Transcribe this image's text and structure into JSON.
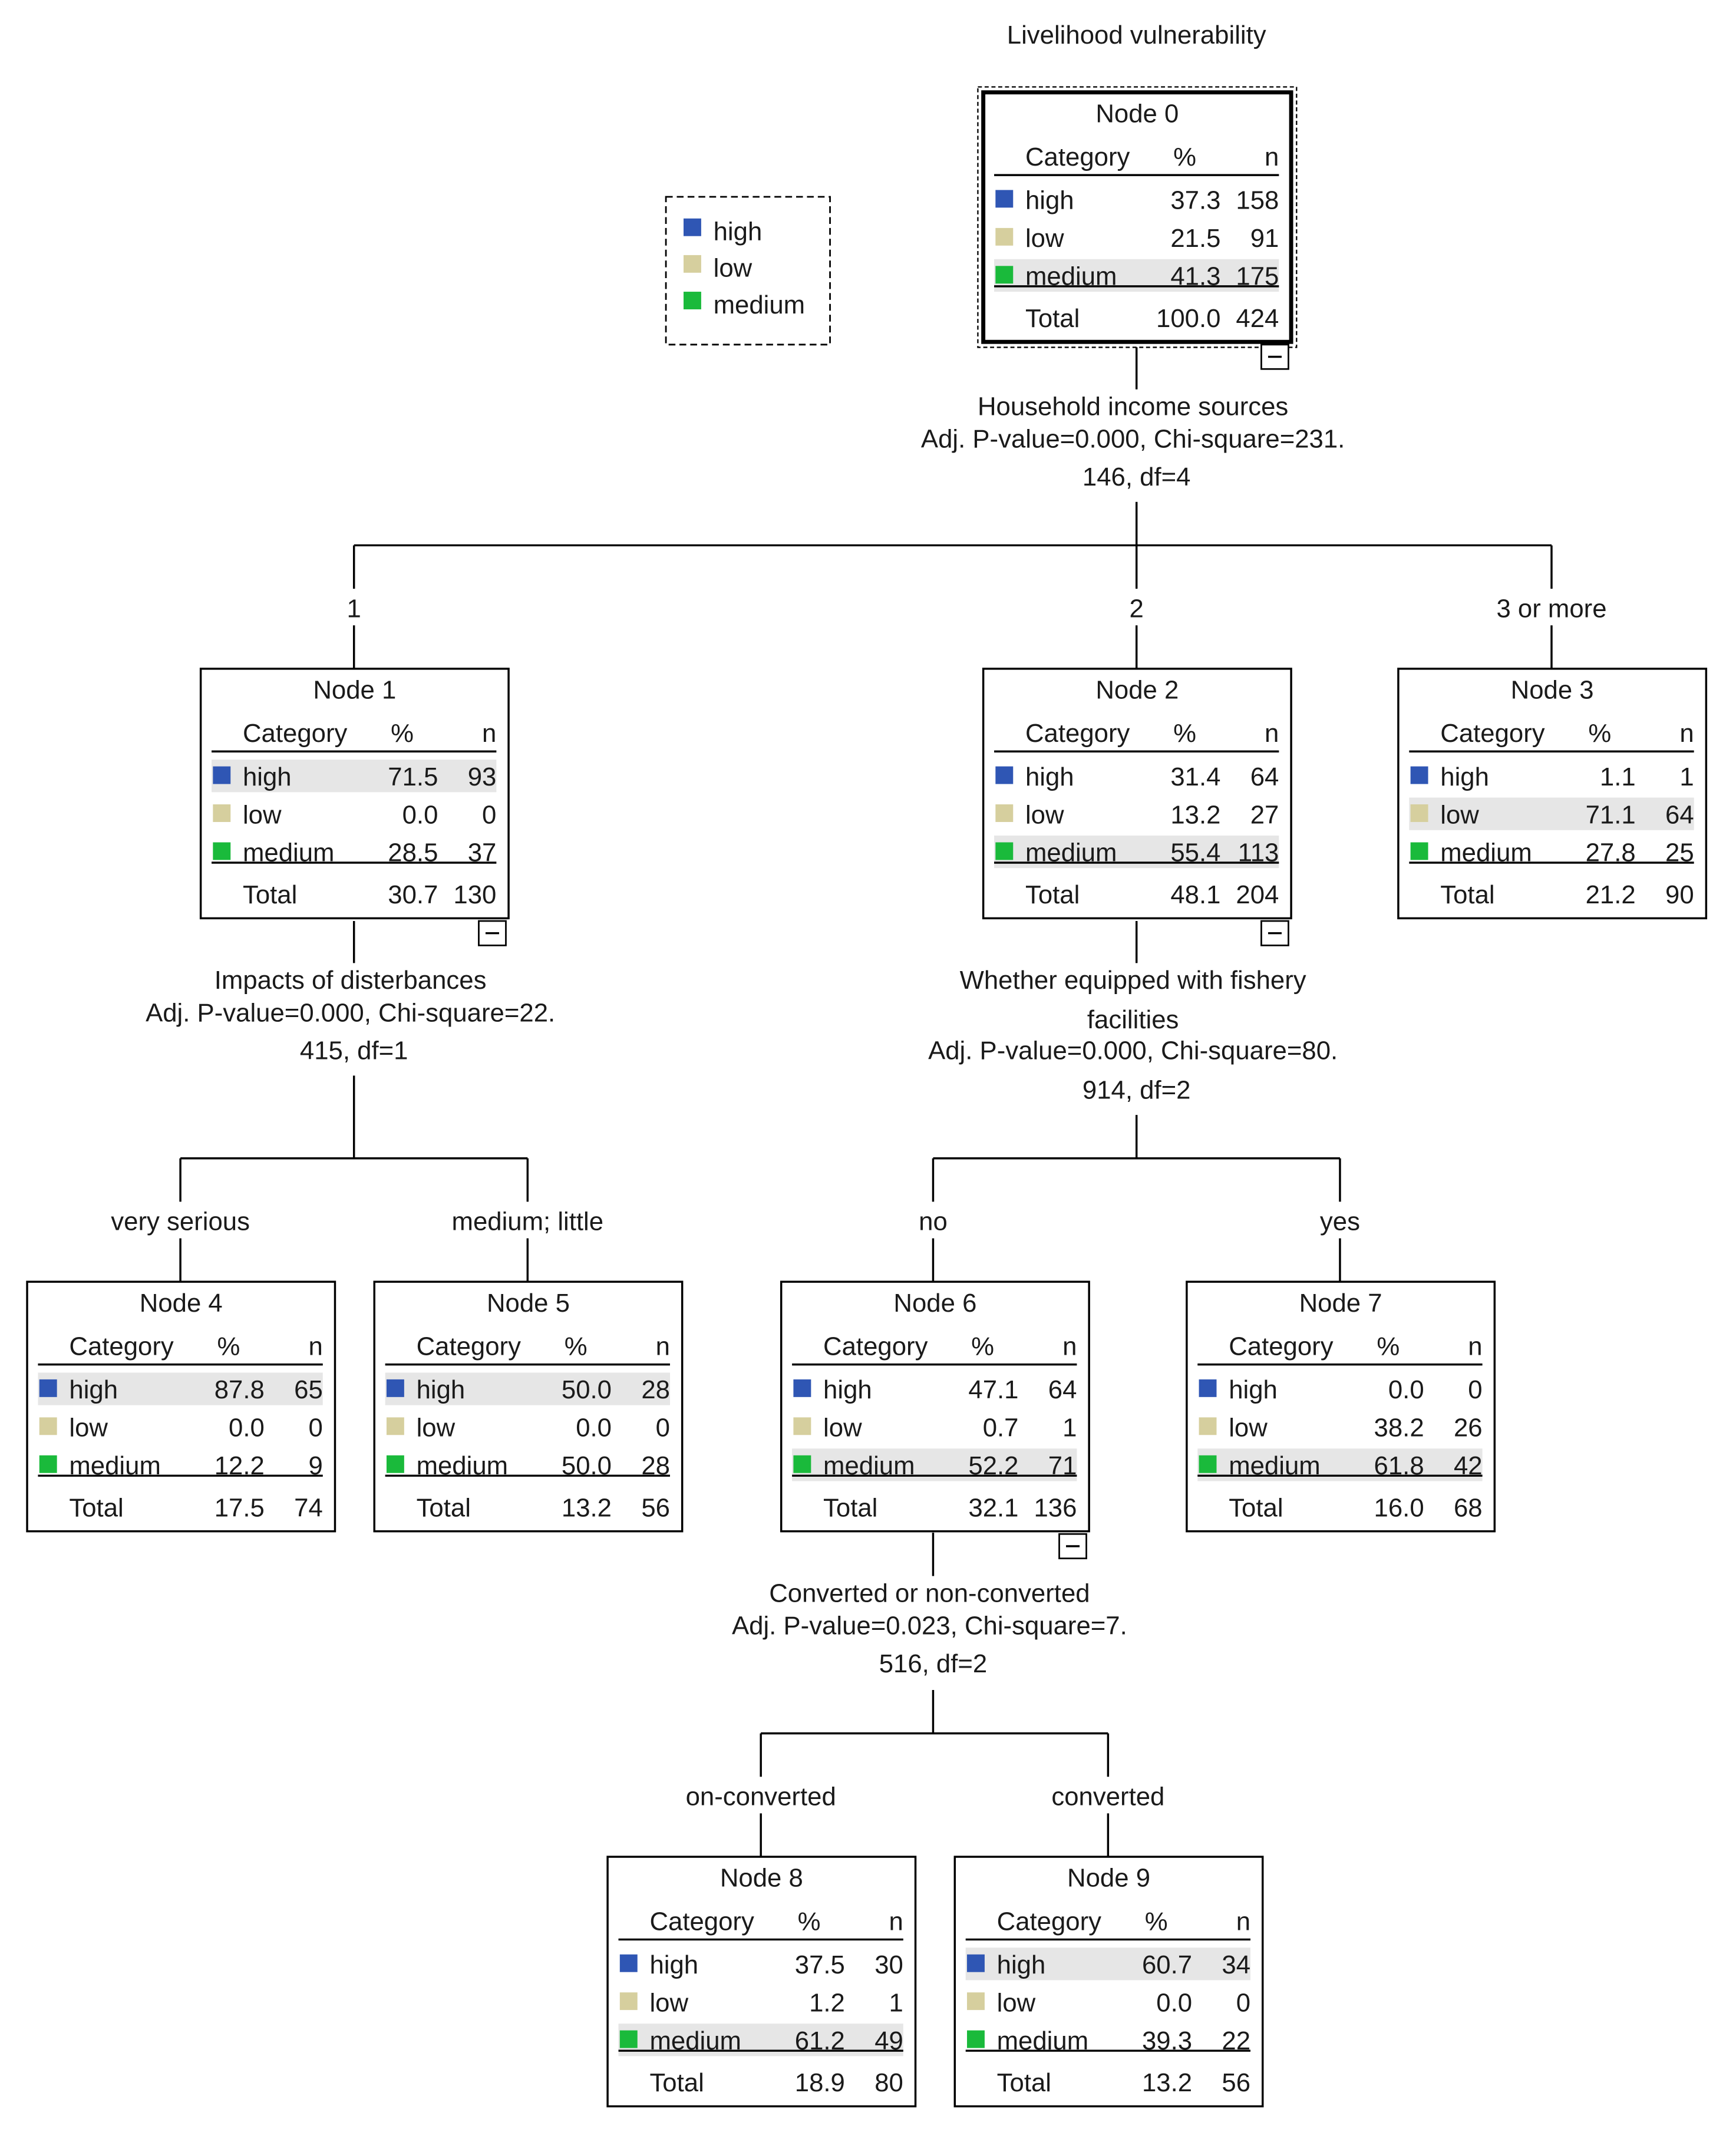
{
  "title": "Livelihood vulnerability",
  "legend": [
    {
      "label": "high",
      "color": "#2f56b4"
    },
    {
      "label": "low",
      "color": "#d6cf9e"
    },
    {
      "label": "medium",
      "color": "#1aba3b"
    }
  ],
  "table_headers": {
    "category": "Category",
    "percent": "%",
    "n": "n",
    "total": "Total"
  },
  "collapse_glyph": "−",
  "nodes": [
    {
      "id": "node-0",
      "title": "Node 0",
      "highlight": 2,
      "collapsible": true,
      "selected": true,
      "rows": [
        {
          "label": "high",
          "pct": "37.3",
          "n": "158"
        },
        {
          "label": "low",
          "pct": "21.5",
          "n": "91"
        },
        {
          "label": "medium",
          "pct": "41.3",
          "n": "175"
        }
      ],
      "total": {
        "pct": "100.0",
        "n": "424"
      }
    },
    {
      "id": "node-1",
      "title": "Node 1",
      "highlight": 0,
      "collapsible": true,
      "rows": [
        {
          "label": "high",
          "pct": "71.5",
          "n": "93"
        },
        {
          "label": "low",
          "pct": "0.0",
          "n": "0"
        },
        {
          "label": "medium",
          "pct": "28.5",
          "n": "37"
        }
      ],
      "total": {
        "pct": "30.7",
        "n": "130"
      }
    },
    {
      "id": "node-2",
      "title": "Node 2",
      "highlight": 2,
      "collapsible": true,
      "rows": [
        {
          "label": "high",
          "pct": "31.4",
          "n": "64"
        },
        {
          "label": "low",
          "pct": "13.2",
          "n": "27"
        },
        {
          "label": "medium",
          "pct": "55.4",
          "n": "113"
        }
      ],
      "total": {
        "pct": "48.1",
        "n": "204"
      }
    },
    {
      "id": "node-3",
      "title": "Node 3",
      "highlight": 1,
      "collapsible": false,
      "rows": [
        {
          "label": "high",
          "pct": "1.1",
          "n": "1"
        },
        {
          "label": "low",
          "pct": "71.1",
          "n": "64"
        },
        {
          "label": "medium",
          "pct": "27.8",
          "n": "25"
        }
      ],
      "total": {
        "pct": "21.2",
        "n": "90"
      }
    },
    {
      "id": "node-4",
      "title": "Node 4",
      "highlight": 0,
      "collapsible": false,
      "rows": [
        {
          "label": "high",
          "pct": "87.8",
          "n": "65"
        },
        {
          "label": "low",
          "pct": "0.0",
          "n": "0"
        },
        {
          "label": "medium",
          "pct": "12.2",
          "n": "9"
        }
      ],
      "total": {
        "pct": "17.5",
        "n": "74"
      }
    },
    {
      "id": "node-5",
      "title": "Node 5",
      "highlight": 0,
      "collapsible": false,
      "rows": [
        {
          "label": "high",
          "pct": "50.0",
          "n": "28"
        },
        {
          "label": "low",
          "pct": "0.0",
          "n": "0"
        },
        {
          "label": "medium",
          "pct": "50.0",
          "n": "28"
        }
      ],
      "total": {
        "pct": "13.2",
        "n": "56"
      }
    },
    {
      "id": "node-6",
      "title": "Node 6",
      "highlight": 2,
      "collapsible": true,
      "rows": [
        {
          "label": "high",
          "pct": "47.1",
          "n": "64"
        },
        {
          "label": "low",
          "pct": "0.7",
          "n": "1"
        },
        {
          "label": "medium",
          "pct": "52.2",
          "n": "71"
        }
      ],
      "total": {
        "pct": "32.1",
        "n": "136"
      }
    },
    {
      "id": "node-7",
      "title": "Node 7",
      "highlight": 2,
      "collapsible": false,
      "rows": [
        {
          "label": "high",
          "pct": "0.0",
          "n": "0"
        },
        {
          "label": "low",
          "pct": "38.2",
          "n": "26"
        },
        {
          "label": "medium",
          "pct": "61.8",
          "n": "42"
        }
      ],
      "total": {
        "pct": "16.0",
        "n": "68"
      }
    },
    {
      "id": "node-8",
      "title": "Node 8",
      "highlight": 2,
      "collapsible": false,
      "rows": [
        {
          "label": "high",
          "pct": "37.5",
          "n": "30"
        },
        {
          "label": "low",
          "pct": "1.2",
          "n": "1"
        },
        {
          "label": "medium",
          "pct": "61.2",
          "n": "49"
        }
      ],
      "total": {
        "pct": "18.9",
        "n": "80"
      }
    },
    {
      "id": "node-9",
      "title": "Node 9",
      "highlight": 0,
      "collapsible": false,
      "rows": [
        {
          "label": "high",
          "pct": "60.7",
          "n": "34"
        },
        {
          "label": "low",
          "pct": "0.0",
          "n": "0"
        },
        {
          "label": "medium",
          "pct": "39.3",
          "n": "22"
        }
      ],
      "total": {
        "pct": "13.2",
        "n": "56"
      }
    }
  ],
  "splits": [
    {
      "id": "split-node-0",
      "lines": [
        "Household income sources",
        "Adj. P-value=0.000, Chi-square=231.",
        "146, df=4"
      ]
    },
    {
      "id": "split-node-1",
      "lines": [
        "Impacts of disterbances",
        "Adj. P-value=0.000, Chi-square=22.",
        "415, df=1"
      ]
    },
    {
      "id": "split-node-2",
      "lines": [
        "Whether equipped with fishery",
        "facilities",
        "Adj. P-value=0.000, Chi-square=80.",
        "914, df=2"
      ]
    },
    {
      "id": "split-node-6",
      "lines": [
        "Converted or non-converted",
        "Adj. P-value=0.023, Chi-square=7.",
        "516, df=2"
      ]
    }
  ],
  "branch_labels": [
    {
      "id": "branch-node-1",
      "text": "1"
    },
    {
      "id": "branch-node-2",
      "text": "2"
    },
    {
      "id": "branch-node-3",
      "text": "3 or more"
    },
    {
      "id": "branch-node-4",
      "text": "very serious"
    },
    {
      "id": "branch-node-5",
      "text": "medium; little"
    },
    {
      "id": "branch-node-6",
      "text": "no"
    },
    {
      "id": "branch-node-7",
      "text": "yes"
    },
    {
      "id": "branch-node-8",
      "text": "on-converted"
    },
    {
      "id": "branch-node-9",
      "text": "converted"
    }
  ]
}
